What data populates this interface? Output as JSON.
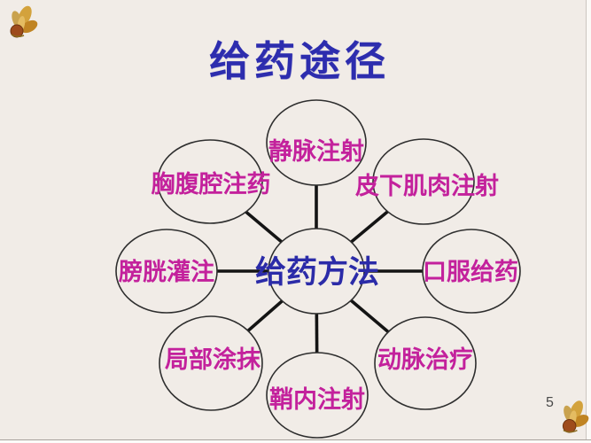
{
  "slide": {
    "title": "给药途径",
    "page_number": "5"
  },
  "diagram": {
    "center_label": "给药方法",
    "nodes": [
      {
        "position": "top",
        "label": "静脉注射"
      },
      {
        "position": "top-right",
        "label": "皮下肌肉注射"
      },
      {
        "position": "right",
        "label": "口服给药"
      },
      {
        "position": "bottom-right",
        "label": "动脉治疗"
      },
      {
        "position": "bottom",
        "label": "鞘内注射"
      },
      {
        "position": "bottom-left",
        "label": "局部涂抹"
      },
      {
        "position": "left",
        "label": "膀胱灌注"
      },
      {
        "position": "top-left",
        "label": "胸腹腔注药"
      }
    ]
  },
  "decorations": {
    "top_left_icon": "gold-butterfly-icon",
    "bottom_right_icon": "gold-butterfly-icon"
  },
  "colors": {
    "background": "#f1ece7",
    "title_text": "#2d2dae",
    "center_text": "#2b2ba8",
    "node_text": "#c3219c",
    "connector": "#141414",
    "ellipse_stroke": "#2e2e2e"
  }
}
